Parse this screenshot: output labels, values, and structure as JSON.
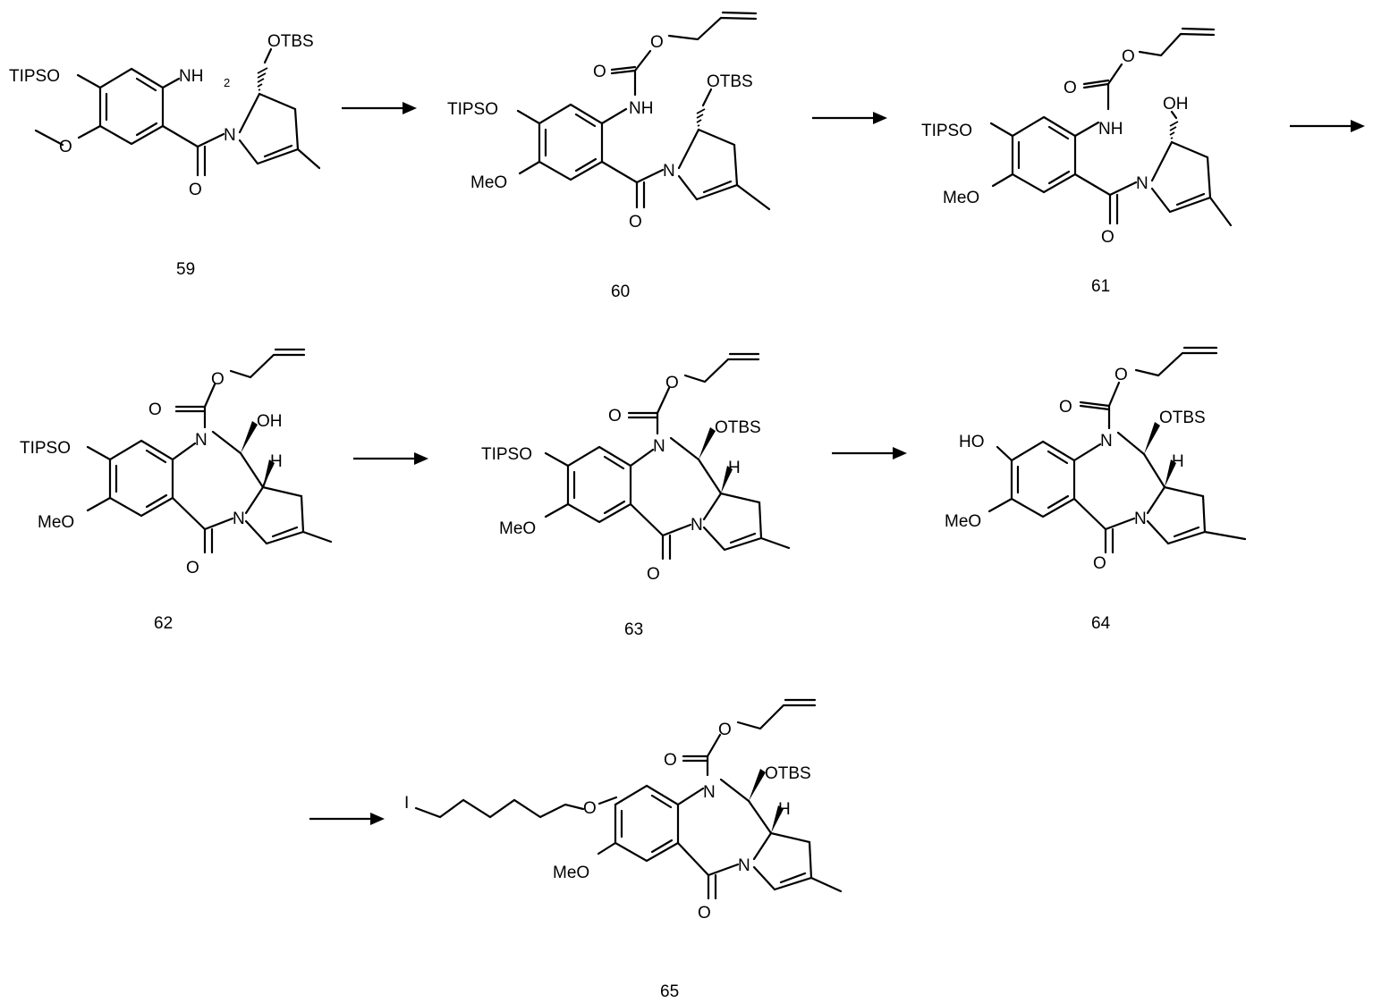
{
  "scheme": {
    "compounds": [
      {
        "id": "59",
        "number": "59",
        "labels": {
          "tips": "TIPSO",
          "nh2": "NH",
          "nh2_sub": "2",
          "otbs": "OTBS",
          "ome": "O",
          "n": "N",
          "o": "O"
        }
      },
      {
        "id": "60",
        "number": "60",
        "labels": {
          "tips": "TIPSO",
          "meo": "MeO",
          "nh": "NH",
          "otbs": "OTBS",
          "n": "N",
          "o_amide": "O",
          "o_carb": "O",
          "o_ester": "O"
        }
      },
      {
        "id": "61",
        "number": "61",
        "labels": {
          "tips": "TIPSO",
          "meo": "MeO",
          "nh": "NH",
          "oh": "OH",
          "n": "N",
          "o_amide": "O",
          "o_carb": "O",
          "o_ester": "O"
        }
      },
      {
        "id": "62",
        "number": "62",
        "labels": {
          "sub": "TIPSO",
          "meo": "MeO",
          "n10": "N",
          "n4": "N",
          "oh": "OH",
          "h": "H",
          "o_lactam": "O",
          "o_carb": "O",
          "o_ester": "O"
        }
      },
      {
        "id": "63",
        "number": "63",
        "labels": {
          "sub": "TIPSO",
          "meo": "MeO",
          "n10": "N",
          "n4": "N",
          "oh": "OTBS",
          "h": "H",
          "o_lactam": "O",
          "o_carb": "O",
          "o_ester": "O"
        }
      },
      {
        "id": "64",
        "number": "64",
        "labels": {
          "sub": "HO",
          "meo": "MeO",
          "n10": "N",
          "n4": "N",
          "oh": "OTBS",
          "h": "H",
          "o_lactam": "O",
          "o_carb": "O",
          "o_ester": "O"
        }
      },
      {
        "id": "65",
        "number": "65",
        "labels": {
          "i": "I",
          "o_ether": "O",
          "meo": "MeO",
          "n10": "N",
          "n4": "N",
          "oh": "OTBS",
          "h": "H",
          "o_lactam": "O",
          "o_carb": "O",
          "o_ester": "O"
        }
      }
    ]
  }
}
